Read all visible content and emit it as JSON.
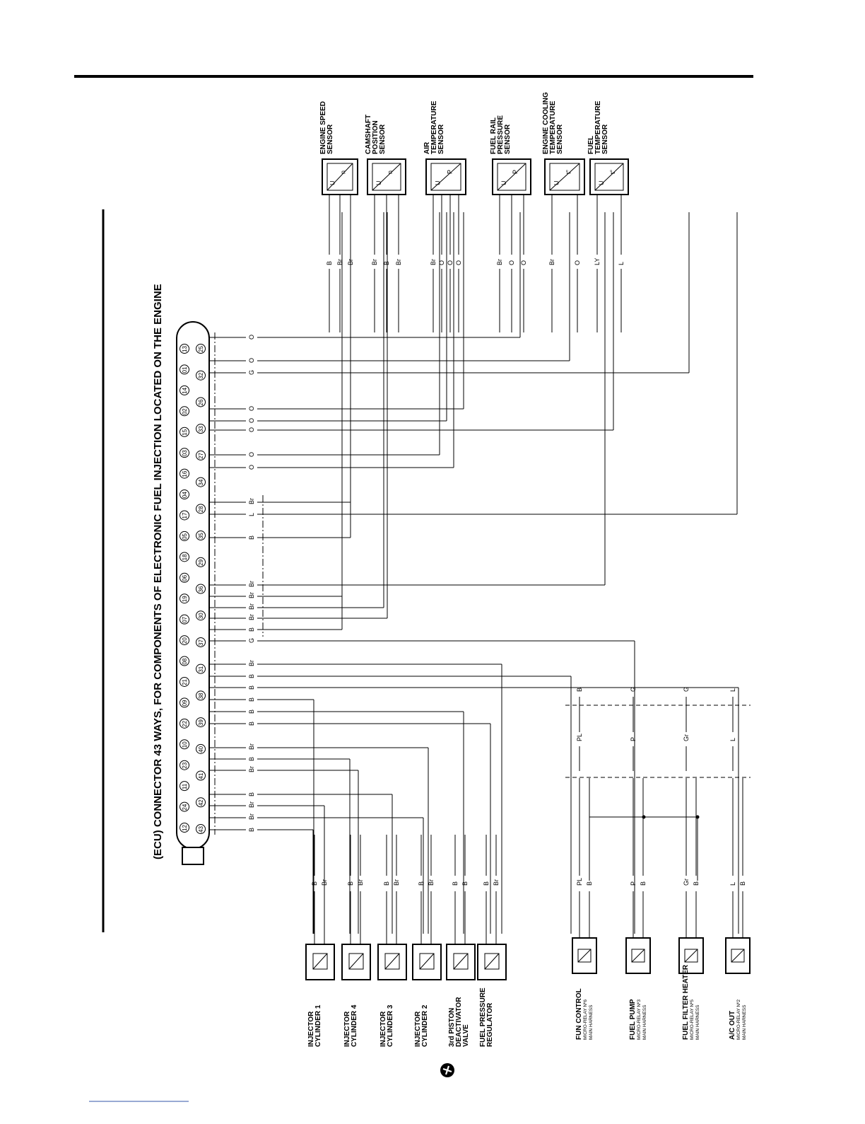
{
  "title": "(ECU) CONNECTOR 43 WAYS, FOR COMPONENTS OF ELECTRONIC FUEL INJECTION LOCATED ON THE ENGINE",
  "connector_pins_row1": [
    "13",
    "01",
    "14",
    "02",
    "15",
    "03",
    "16",
    "04",
    "17",
    "05",
    "18",
    "06",
    "19",
    "07",
    "20",
    "08",
    "21",
    "09",
    "22",
    "10",
    "23",
    "11",
    "24",
    "12"
  ],
  "connector_pins_row2": [
    "25",
    "32",
    "26",
    "33",
    "27",
    "34",
    "28",
    "35",
    "29",
    "36",
    "30",
    "37",
    "31",
    "38",
    "39",
    "40",
    "41",
    "42",
    "43"
  ],
  "sensors": [
    {
      "id": "engine-speed",
      "lines": [
        "ENGINE SPEED",
        "SENSOR"
      ],
      "symbol": "n",
      "wires": [
        "B",
        "Br",
        "Br"
      ]
    },
    {
      "id": "camshaft",
      "lines": [
        "CAMSHAFT",
        "POSITION",
        "SENSOR"
      ],
      "symbol": "n",
      "wires": [
        "Br",
        "B",
        "Br"
      ]
    },
    {
      "id": "air-temp",
      "lines": [
        "AIR",
        "TEMPERATURE",
        "SENSOR"
      ],
      "symbol": "P",
      "wires": [
        "Br",
        "O",
        "O",
        "O"
      ]
    },
    {
      "id": "fuel-rail",
      "lines": [
        "FUEL RAIL",
        "PRESSURE",
        "SENSOR"
      ],
      "symbol": "P",
      "wires": [
        "Br",
        "O",
        "O"
      ]
    },
    {
      "id": "coolant-temp",
      "lines": [
        "ENGINE COOLING",
        "TEMPERATURE",
        "SENSOR"
      ],
      "symbol": "t°",
      "wires": [
        "Br",
        "O"
      ]
    },
    {
      "id": "fuel-temp",
      "lines": [
        "FUEL",
        "TEMPERATURE",
        "SENSOR"
      ],
      "symbol": "t°",
      "wires": [
        "LY",
        "L"
      ]
    }
  ],
  "actuators": [
    {
      "id": "injector-1",
      "lines": [
        "INJECTOR",
        "CYLINDER 1"
      ],
      "wires": [
        "B",
        "Br"
      ]
    },
    {
      "id": "injector-4",
      "lines": [
        "INJECTOR",
        "CYLINDER 4"
      ],
      "wires": [
        "B",
        "Br"
      ]
    },
    {
      "id": "injector-3",
      "lines": [
        "INJECTOR",
        "CYLINDER 3"
      ],
      "wires": [
        "B",
        "Br"
      ]
    },
    {
      "id": "injector-2",
      "lines": [
        "INJECTOR",
        "CYLINDER 2"
      ],
      "wires": [
        "B",
        "Br"
      ]
    },
    {
      "id": "piston-deactivator",
      "lines": [
        "3rd PISTON",
        "DEACTIVATOR",
        "VALVE"
      ],
      "wires": [
        "B",
        "B"
      ]
    },
    {
      "id": "pressure-regulator",
      "lines": [
        "FUEL PRESSURE",
        "REGULATOR"
      ],
      "wires": [
        "B",
        "Br"
      ]
    }
  ],
  "relays": [
    {
      "id": "fun-control",
      "title": "FUN CONTROL",
      "sub": [
        "MICRO-RELAY Nº6",
        "MAIN HARNESS"
      ],
      "wires": [
        "PL",
        "B"
      ],
      "mid": "PL",
      "top": "B"
    },
    {
      "id": "fuel-pump",
      "title": "FUEL PUMP",
      "sub": [
        "MICRO-RELAY Nº3",
        "MAIN HARNESS"
      ],
      "wires": [
        "P",
        "B"
      ],
      "mid": "P",
      "top": "G"
    },
    {
      "id": "fuel-filter-heater",
      "title": "FUEL FILTER HEATER",
      "sub": [
        "MICRO-RELAY Nº5",
        "MAIN HARNESS"
      ],
      "wires": [
        "Gr",
        "B"
      ],
      "mid": "Gr",
      "top": "G"
    },
    {
      "id": "ac-out",
      "title": "A/C OUT",
      "sub": [
        "MICRO-RELAY Nº2",
        "MAIN HARNESS"
      ],
      "wires": [
        "L",
        "B"
      ],
      "mid": "L",
      "top": "L"
    }
  ],
  "ecu_wire_labels": [
    "O",
    "O",
    "G",
    "O",
    "O",
    "O",
    "O",
    "O",
    "Br",
    "L",
    "B",
    "Br",
    "Br",
    "Br",
    "Br",
    "B",
    "G",
    "Br",
    "B",
    "B",
    "B",
    "B",
    "B",
    "Br",
    "B",
    "Br",
    "B",
    "Br",
    "Br",
    "B"
  ]
}
